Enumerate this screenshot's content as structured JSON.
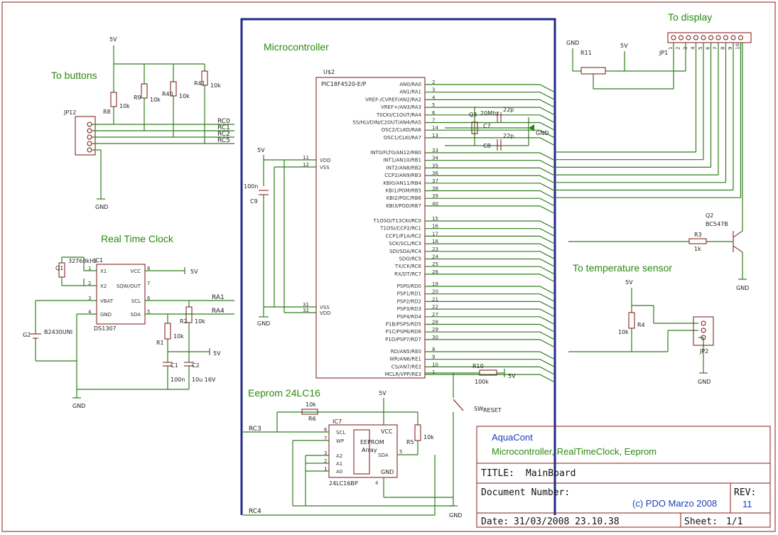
{
  "sections": {
    "display": "To display",
    "buttons": "To buttons",
    "microcontroller": "Microcontroller",
    "rtc": "Real Time Clock",
    "temp": "To temperature sensor",
    "eeprom": "Eeprom 24LC16"
  },
  "mcu": {
    "ref": "U$2",
    "part": "PIC18F4520-E/P",
    "left_pins": [
      {
        "num": "11",
        "name": "VDD"
      },
      {
        "num": "12",
        "name": "VSS"
      },
      {
        "num": "31",
        "name": "VSS"
      },
      {
        "num": "32",
        "name": "VDD"
      }
    ],
    "right_pins": [
      {
        "num": "2",
        "name": "AN0/RA0"
      },
      {
        "num": "3",
        "name": "AN1/RA1"
      },
      {
        "num": "4",
        "name": "VREF-/CVREF/AN2/RA2"
      },
      {
        "num": "5",
        "name": "VREF+/AN3/RA3"
      },
      {
        "num": "6",
        "name": "T0CKI/C1OUT/RA4"
      },
      {
        "num": "7",
        "name": "SS/HLVDIN/C2OUT/AN4/RA5"
      },
      {
        "num": "14",
        "name": "OSC2/CLKO/RA6"
      },
      {
        "num": "13",
        "name": "OSC1/CLKI/RA7"
      },
      {
        "num": "33",
        "name": "INT0/FLT0/AN12/RB0"
      },
      {
        "num": "34",
        "name": "INT1/AN10/RB1"
      },
      {
        "num": "35",
        "name": "INT2/AN8/RB2"
      },
      {
        "num": "36",
        "name": "CCP2/AN9/RB3"
      },
      {
        "num": "37",
        "name": "KBI0/AN11/RB4"
      },
      {
        "num": "38",
        "name": "KBI1/PGM/RB5"
      },
      {
        "num": "39",
        "name": "KBI2/PGC/RB6"
      },
      {
        "num": "40",
        "name": "KBI3/PGD/RB7"
      },
      {
        "num": "15",
        "name": "T1OSO/T13CKI/RC0"
      },
      {
        "num": "16",
        "name": "T1OSI/CCP2/RC1"
      },
      {
        "num": "17",
        "name": "CCP1/P1A/RC2"
      },
      {
        "num": "18",
        "name": "SCK/SCL/RC3"
      },
      {
        "num": "23",
        "name": "SDI/SDA/RC4"
      },
      {
        "num": "24",
        "name": "SDO/RC5"
      },
      {
        "num": "25",
        "name": "TX/CK/RC6"
      },
      {
        "num": "26",
        "name": "RX/DT/RC7"
      },
      {
        "num": "19",
        "name": "PSP0/RD0"
      },
      {
        "num": "20",
        "name": "PSP1/RD1"
      },
      {
        "num": "21",
        "name": "PSP2/RD2"
      },
      {
        "num": "22",
        "name": "PSP3/RD3"
      },
      {
        "num": "27",
        "name": "PSP4/RD4"
      },
      {
        "num": "28",
        "name": "P1B/PSP5/RD5"
      },
      {
        "num": "29",
        "name": "P1C/PSP6/RD6"
      },
      {
        "num": "30",
        "name": "P1D/PSP7/RD7"
      },
      {
        "num": "8",
        "name": "RD/AN5/RE0"
      },
      {
        "num": "9",
        "name": "WR/AN6/RE1"
      },
      {
        "num": "10",
        "name": "CS/AN7/RE2"
      },
      {
        "num": "1",
        "name": "MCLR/VPP/RE3"
      }
    ]
  },
  "rtc": {
    "ref": "IC1",
    "part": "DS1307",
    "pins_left": [
      {
        "num": "1",
        "name": "X1"
      },
      {
        "num": "2",
        "name": "X2"
      },
      {
        "num": "3",
        "name": "VBAT"
      },
      {
        "num": "4",
        "name": "GND"
      }
    ],
    "pins_right": [
      {
        "num": "8",
        "name": "VCC"
      },
      {
        "num": "7",
        "name": "SQW/OUT"
      },
      {
        "num": "6",
        "name": "SCL"
      },
      {
        "num": "5",
        "name": "SDA"
      }
    ],
    "crystal": "32768kHz",
    "crystal_ref": "Q1",
    "battery_ref": "G2",
    "battery": "B2430UNI"
  },
  "eeprom": {
    "ref": "IC7",
    "part": "24LC16BP",
    "pins": [
      {
        "num": "6",
        "name": "SCL"
      },
      {
        "num": "7",
        "name": "WP"
      },
      {
        "num": "3",
        "name": "A2"
      },
      {
        "num": "2",
        "name": "A1"
      },
      {
        "num": "1",
        "name": "A0"
      },
      {
        "num": "5",
        "name": "SDA"
      },
      {
        "num": "4",
        "name": "GND"
      }
    ],
    "vcc": "VCC",
    "gnd": "GND",
    "array_label": "EEPROM",
    "array_sub": "Array"
  },
  "parts": {
    "R8": {
      "ref": "R8",
      "val": "10k"
    },
    "R9": {
      "ref": "R9",
      "val": "10k"
    },
    "R40": {
      "ref": "R40",
      "val": "10k"
    },
    "R41": {
      "ref": "R41",
      "val": "10k"
    },
    "R11": {
      "ref": "R11"
    },
    "R3": {
      "ref": "R3",
      "val": "1k"
    },
    "R4": {
      "ref": "R4",
      "val": "10k"
    },
    "R1": {
      "ref": "R1",
      "val": "10k"
    },
    "R2": {
      "ref": "R2",
      "val": "10k"
    },
    "R10": {
      "ref": "R10",
      "val": "100k"
    },
    "R5": {
      "ref": "R5",
      "val": "10k"
    },
    "R6": {
      "ref": "R6",
      "val": "10k"
    },
    "C9": {
      "ref": "C9",
      "val": "100n"
    },
    "C1": {
      "ref": "C1",
      "val": "100n"
    },
    "C2": {
      "ref": "C2",
      "val": "10u 16V"
    },
    "C7": {
      "ref": "C7",
      "val": "22p"
    },
    "C8": {
      "ref": "C8",
      "val": "22p"
    },
    "Q3": {
      "ref": "Q3",
      "val": "20Mhz"
    },
    "Q2": {
      "ref": "Q2",
      "val": "BC547B"
    },
    "JP12": {
      "ref": "JP12"
    },
    "JP1": {
      "ref": "JP1"
    },
    "JP2": {
      "ref": "JP2"
    },
    "SW": {
      "ref": "SW",
      "val": "RESET"
    }
  },
  "nets": {
    "gnd": "GND",
    "v5": "5V",
    "rc": [
      "RC0",
      "RC1",
      "RC2",
      "RC5"
    ],
    "ra1": "RA1",
    "ra4": "RA4",
    "rc3": "RC3",
    "rc4": "RC4"
  },
  "title_block": {
    "project": "AquaCont",
    "subtitle": "Microcontroller, RealTimeClock, Eeprom",
    "title_label": "TITLE:",
    "title_value": "MainBoard",
    "doc_label": "Document Number:",
    "copyright": "(c) PDO Marzo 2008",
    "rev_label": "REV:",
    "rev_value": "11",
    "date_label": "Date:",
    "date_value": "31/03/2008 23.10.38",
    "sheet_label": "Sheet:",
    "sheet_value": "1/1"
  },
  "colors": {
    "wire": "#2e7d1b",
    "part": "#7a1010",
    "bus": "#1f2a8a",
    "heading": "#2a8a10",
    "frame": "#8b1a1a"
  }
}
